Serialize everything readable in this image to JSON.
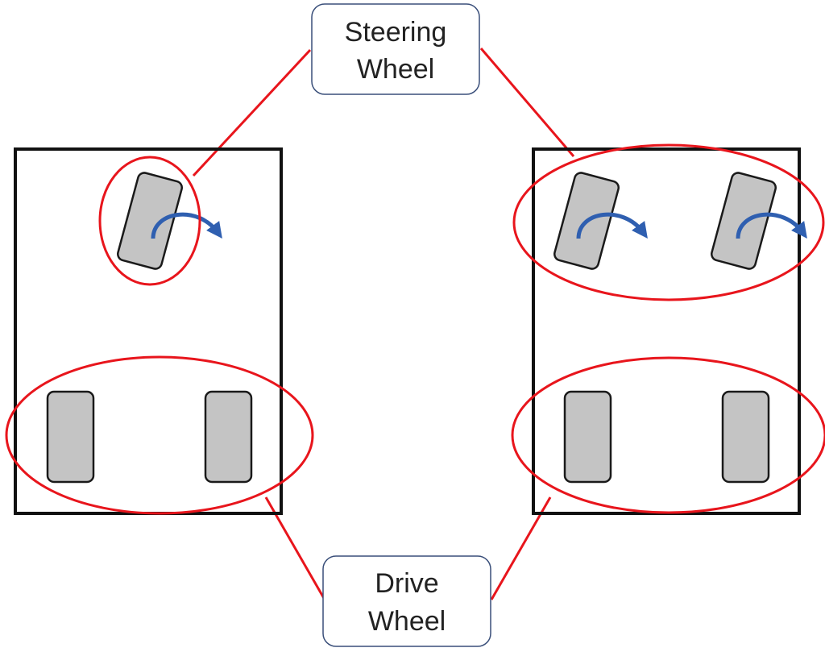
{
  "labels": {
    "steering_line1": "Steering",
    "steering_line2": "Wheel",
    "drive_line1": "Drive",
    "drive_line2": "Wheel"
  },
  "colors": {
    "highlight": "#e8151c",
    "chassis": "#111111",
    "wheel_fill": "#c4c4c4",
    "wheel_stroke": "#1a1a1a",
    "arrow": "#2f5fb0",
    "label_border": "#3a4f7a"
  },
  "icons": [
    "steer-arrow-icon"
  ]
}
